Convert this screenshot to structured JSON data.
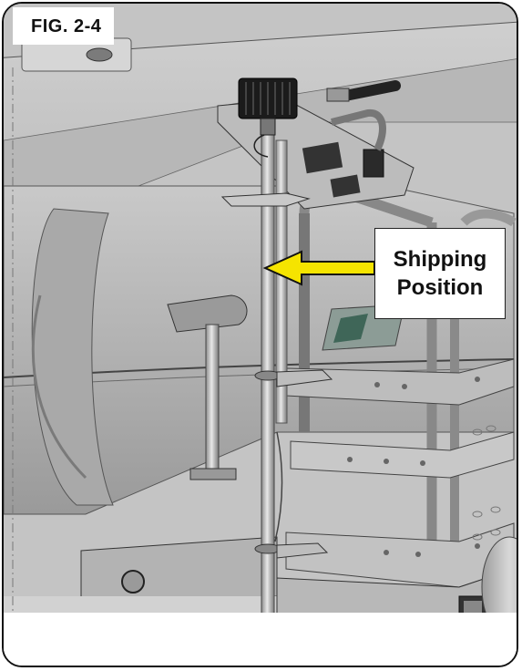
{
  "figure": {
    "label": "FIG. 2-4"
  },
  "callout": {
    "line1": "Shipping",
    "line2": "Position"
  },
  "colors": {
    "arrow": "#f5e400",
    "arrow_outline": "#111111",
    "frame": "#111111"
  },
  "illustration": {
    "subject": "spreader with ladder and light pole in shipping position"
  }
}
